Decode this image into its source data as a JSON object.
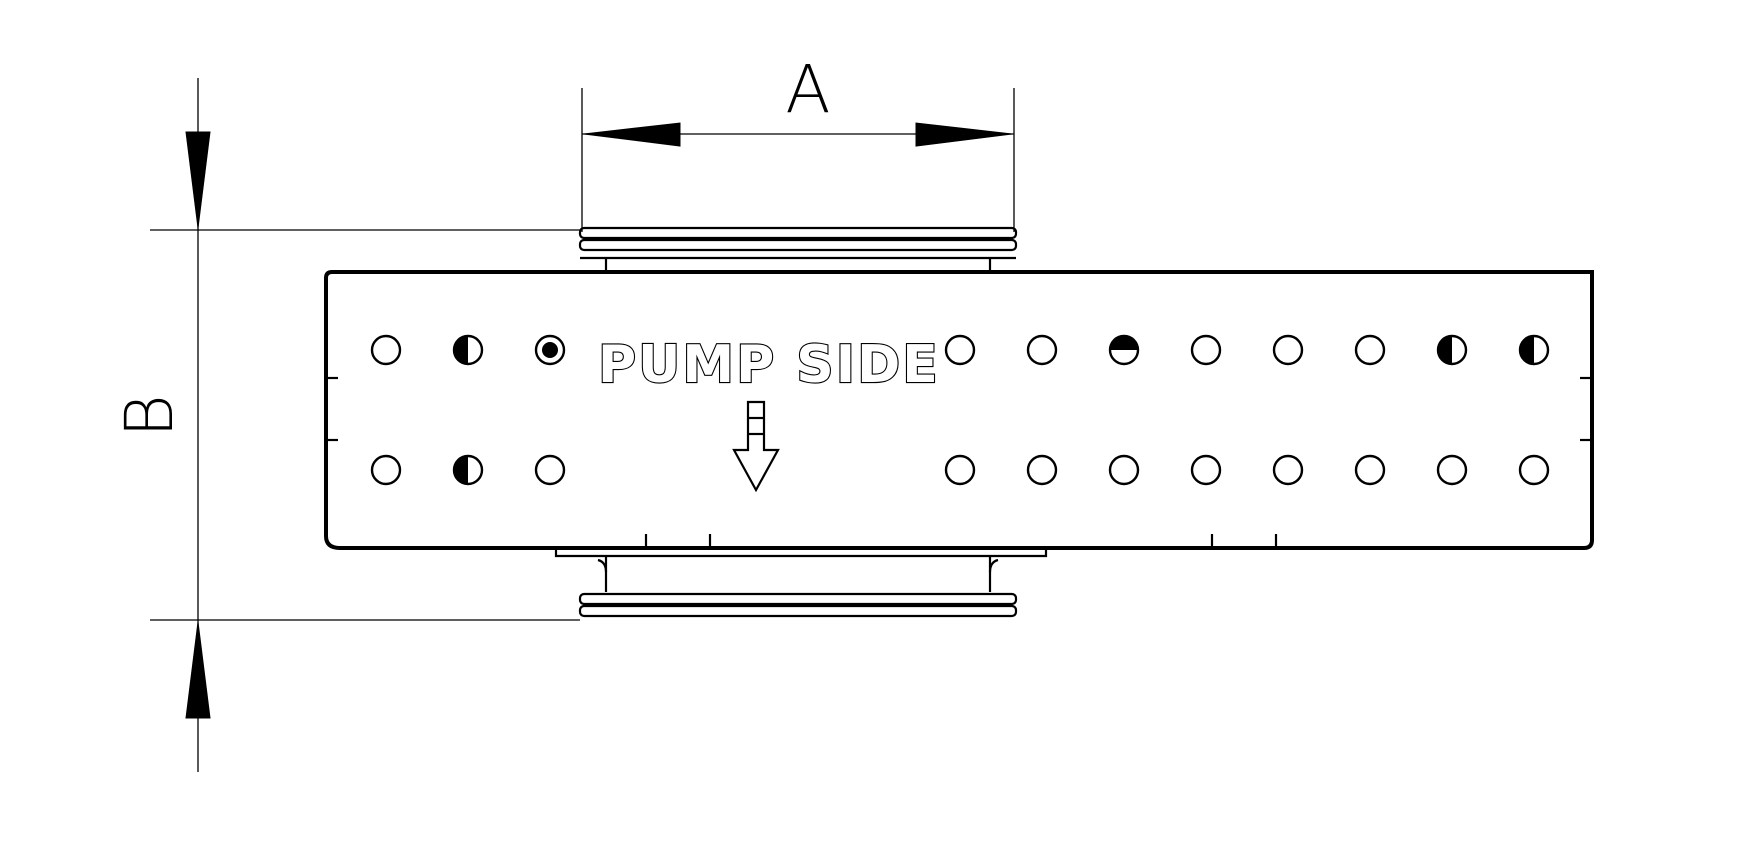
{
  "diagram": {
    "dimension_a_label": "A",
    "dimension_b_label": "B",
    "panel_label": "PUMP SIDE",
    "flow_direction": "down",
    "hole_rows": 2,
    "colors": {
      "line": "#000000",
      "background": "#ffffff"
    }
  }
}
